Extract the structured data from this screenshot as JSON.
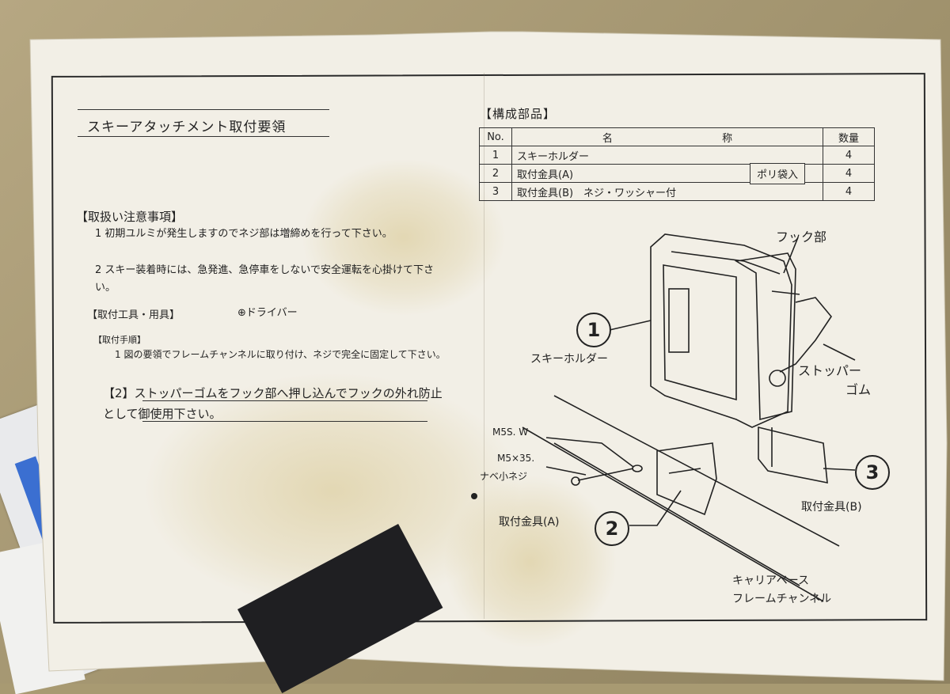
{
  "title": "スキーアタッチメント取付要領",
  "parts": {
    "heading": "【構成部品】",
    "headers": {
      "no": "No.",
      "name_1": "名",
      "name_2": "称",
      "qty": "数量"
    },
    "rows": [
      {
        "no": "1",
        "name": "スキーホルダー",
        "qty": "4"
      },
      {
        "no": "2",
        "name": "取付金具(A)",
        "qty": "4"
      },
      {
        "no": "3",
        "name": "取付金具(B)　ネジ・ワッシャー付",
        "qty": "4"
      }
    ],
    "bag_label": "ポリ袋入"
  },
  "notes": {
    "heading": "【取扱い注意事項】",
    "item1": "1 初期ユルミが発生しますのでネジ部は増締めを行って下さい。",
    "item2": "2 スキー装着時には、急発進、急停車をしないで安全運転を心掛けて下さい。"
  },
  "tools": {
    "label": "【取付工具・用具】",
    "value": "⊕ドライバー"
  },
  "steps": {
    "heading": "【取付手順】",
    "step1": "1 図の要領でフレームチャンネルに取り付け、ネジで完全に固定して下さい。",
    "step2": "【2】ストッパーゴムをフック部へ押し込んでフックの外れ防止として御使用下さい。"
  },
  "diagram": {
    "hook": "フック部",
    "holder_num": "1",
    "holder": "スキーホルダー",
    "stopper_1": "ストッパー",
    "stopper_2": "ゴム",
    "washer": "M5S. W",
    "screw_1": "M5×35.",
    "screw_2": "ナベ小ネジ",
    "bracket_a": "取付金具(A)",
    "bracket_a_num": "2",
    "bracket_b_num": "3",
    "bracket_b": "取付金具(B)",
    "carrier_1": "キャリアベース",
    "carrier_2": "フレームチャンネル"
  },
  "colors": {
    "paper": "#f2efe6",
    "ink": "#222222",
    "stain": "#d6c48a",
    "scrap_blue": "#3b6fd1"
  }
}
